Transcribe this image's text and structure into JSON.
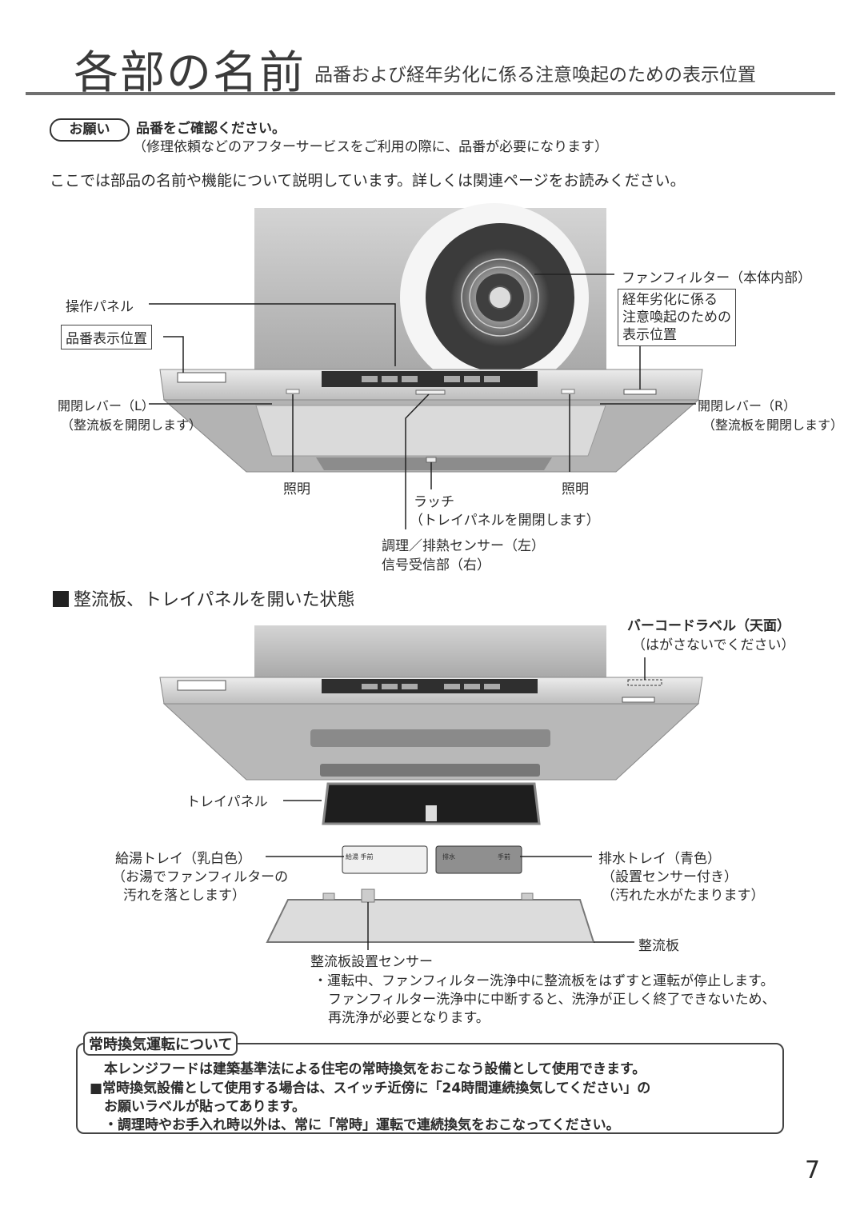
{
  "header": {
    "title": "各部の名前",
    "subtitle": "品番および経年劣化に係る注意喚起のための表示位置"
  },
  "request": {
    "badge": "お願い",
    "line1": "品番をご確認ください。",
    "line2": "（修理依頼などのアフターサービスをご利用の際に、品番が必要になります）"
  },
  "intro": "ここでは部品の名前や機能について説明しています。詳しくは関連ページをお読みください。",
  "fig1": {
    "fan_filter": "ファンフィルター（本体内部）",
    "aging_label": [
      "経年劣化に係る",
      "注意喚起のための",
      "表示位置"
    ],
    "control_panel": "操作パネル",
    "model_label": "品番表示位置",
    "lever_l": "開閉レバー（L）",
    "lever_l_note": "（整流板を開閉します）",
    "lever_r": "開閉レバー（R）",
    "lever_r_note": "（整流板を開閉します）",
    "light_left": "照明",
    "light_right": "照明",
    "latch": "ラッチ",
    "latch_note": "（トレイパネルを開閉します）",
    "sensor_line1": "調理／排熱センサー（左）",
    "sensor_line2": "信号受信部（右）"
  },
  "section_heading": "整流板、トレイパネルを開いた状態",
  "fig2": {
    "barcode": "バーコードラベル（天面）",
    "barcode_note": "（はがさないでください）",
    "tray_panel": "トレイパネル",
    "hot_tray": "給湯トレイ（乳白色）",
    "hot_tray_note1": "（お湯でファンフィルターの",
    "hot_tray_note2": "汚れを落とします）",
    "drain_tray": "排水トレイ（青色）",
    "drain_tray_note1": "（設置センサー付き）",
    "drain_tray_note2": "（汚れた水がたまります）",
    "baffle": "整流板",
    "baffle_sensor": "整流板設置センサー",
    "baffle_sensor_note1": "・運転中、ファンフィルター洗浄中に整流板をはずすと運転が停止します。",
    "baffle_sensor_note2": "ファンフィルター洗浄中に中断すると、洗浄が正しく終了できないため、",
    "baffle_sensor_note3": "再洗浄が必要となります。",
    "tray_text_hot1": "給湯",
    "tray_text_hot2": "手前",
    "tray_text_drain1": "排水",
    "tray_text_drain2": "手前"
  },
  "note": {
    "tag": "常時換気運転について",
    "line1": "本レンジフードは建築基準法による住宅の常時換気をおこなう設備として使用できます。",
    "line2": "■常時換気設備として使用する場合は、スイッチ近傍に「24時間連続換気してください」の",
    "line3": "お願いラベルが貼ってあります。",
    "line4": "・調理時やお手入れ時以外は、常に「常時」運転で連続換気をおこなってください。"
  },
  "page_number": "7"
}
